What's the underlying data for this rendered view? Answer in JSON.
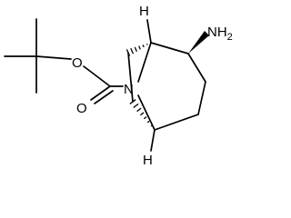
{
  "diagram": {
    "type": "chemical-structure",
    "background": "#ffffff",
    "line_color": "#000000",
    "atom_labels": {
      "ester_oxygen": "O",
      "carbonyl_oxygen": "O",
      "bridge_nitrogen": "N",
      "top_hydrogen": "H",
      "bottom_hydrogen": "H",
      "amino_group": "NH",
      "amino_subscript": "2"
    }
  }
}
